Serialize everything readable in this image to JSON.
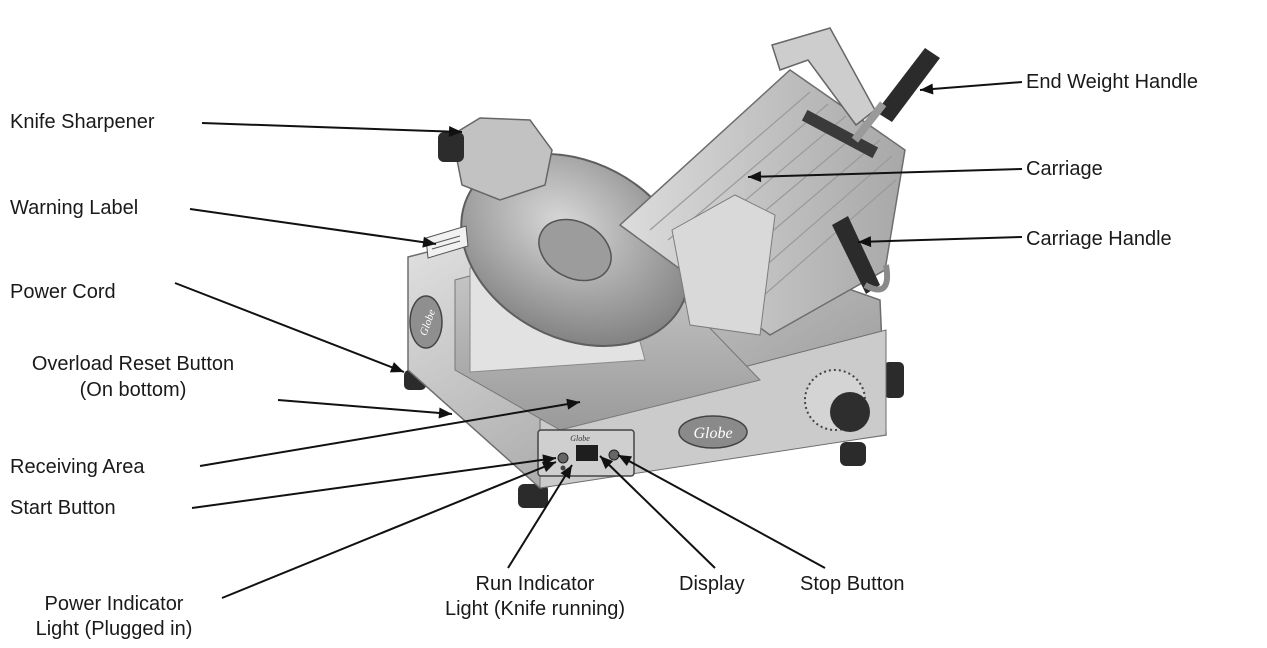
{
  "brand": {
    "logo_text": "Globe"
  },
  "labels": {
    "knife_sharpener": "Knife Sharpener",
    "warning_label": "Warning Label",
    "power_cord": "Power Cord",
    "overload_reset_line1": "Overload Reset Button",
    "overload_reset_line2": "(On bottom)",
    "receiving_area": "Receiving Area",
    "start_button": "Start Button",
    "power_indicator_line1": "Power Indicator",
    "power_indicator_line2": "Light (Plugged in)",
    "run_indicator_line1": "Run Indicator",
    "run_indicator_line2": "Light (Knife running)",
    "display": "Display",
    "stop_button": "Stop Button",
    "end_weight_handle": "End Weight Handle",
    "carriage": "Carriage",
    "carriage_handle": "Carriage Handle"
  }
}
